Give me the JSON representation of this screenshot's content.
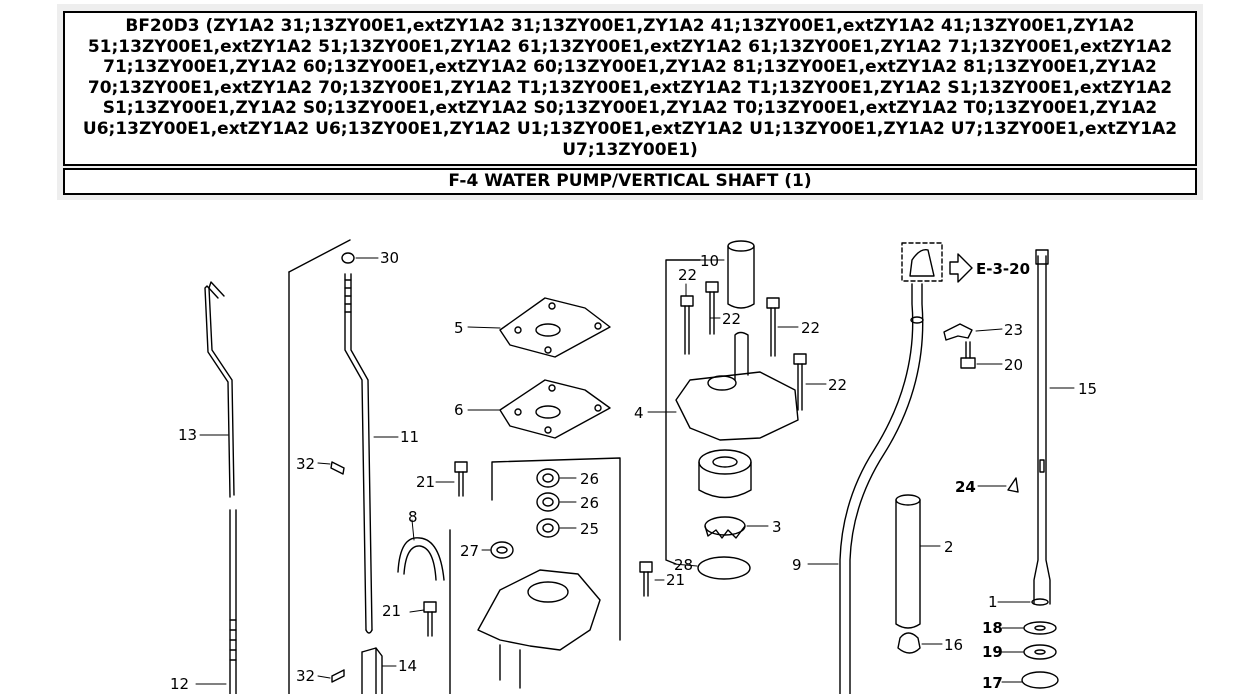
{
  "header": {
    "title": "BF20D3 (ZY1A2 31;13ZY00E1,extZY1A2 31;13ZY00E1,ZY1A2 41;13ZY00E1,extZY1A2 41;13ZY00E1,ZY1A2 51;13ZY00E1,extZY1A2 51;13ZY00E1,ZY1A2 61;13ZY00E1,extZY1A2 61;13ZY00E1,ZY1A2 71;13ZY00E1,extZY1A2 71;13ZY00E1,ZY1A2 60;13ZY00E1,extZY1A2 60;13ZY00E1,ZY1A2 81;13ZY00E1,extZY1A2 81;13ZY00E1,ZY1A2 70;13ZY00E1,extZY1A2 70;13ZY00E1,ZY1A2 T1;13ZY00E1,extZY1A2 T1;13ZY00E1,ZY1A2 S1;13ZY00E1,extZY1A2 S1;13ZY00E1,ZY1A2 S0;13ZY00E1,extZY1A2 S0;13ZY00E1,ZY1A2 T0;13ZY00E1,extZY1A2 T0;13ZY00E1,ZY1A2 U6;13ZY00E1,extZY1A2 U6;13ZY00E1,ZY1A2 U1;13ZY00E1,extZY1A2 U1;13ZY00E1,ZY1A2 U7;13ZY00E1,extZY1A2 U7;13ZY00E1)",
    "section": "F-4 WATER PUMP/VERTICAL SHAFT (1)"
  },
  "diagram": {
    "callouts": {
      "p1": "1",
      "p2": "2",
      "p3": "3",
      "p4": "4",
      "p5": "5",
      "p6": "6",
      "p8": "8",
      "p9": "9",
      "p10": "10",
      "p11": "11",
      "p12": "12",
      "p13": "13",
      "p14": "14",
      "p15": "15",
      "p16": "16",
      "p17": "17",
      "p18": "18",
      "p19": "19",
      "p20": "20",
      "p21": "21",
      "p22": "22",
      "p23": "23",
      "p24": "24",
      "p25": "25",
      "p26": "26",
      "p27": "27",
      "p28": "28",
      "p30": "30",
      "p32": "32"
    },
    "ref": "E-3-20"
  }
}
